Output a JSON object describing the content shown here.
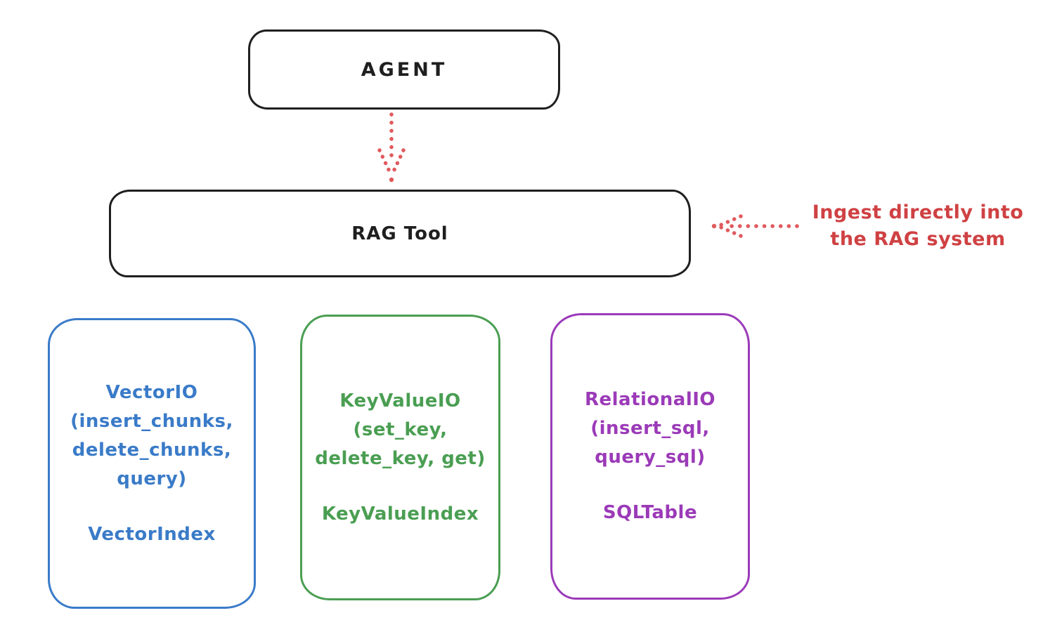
{
  "colors": {
    "ink": "#1f1f1f",
    "arrow_red": "#e05a5e",
    "annotation_red": "#cf4143",
    "vector_blue": "#3a7bc8",
    "keyvalue_green": "#4a9e52",
    "relational_purple": "#9b3ab8",
    "background": "#ffffff"
  },
  "nodes": {
    "agent": {
      "label": "AGENT"
    },
    "rag_tool": {
      "label": "RAG Tool"
    },
    "vector_io": {
      "lines": [
        "VectorIO",
        "(insert_chunks,",
        "delete_chunks,",
        "query)"
      ],
      "index_label": "VectorIndex"
    },
    "key_value_io": {
      "lines": [
        "KeyValueIO",
        "(set_key,",
        "delete_key, get)"
      ],
      "index_label": "KeyValueIndex"
    },
    "relational_io": {
      "lines": [
        "RelationalIO",
        "(insert_sql,",
        "query_sql)"
      ],
      "index_label": "SQLTable"
    }
  },
  "annotation": {
    "lines": [
      "Ingest directly into",
      "the RAG system"
    ]
  }
}
